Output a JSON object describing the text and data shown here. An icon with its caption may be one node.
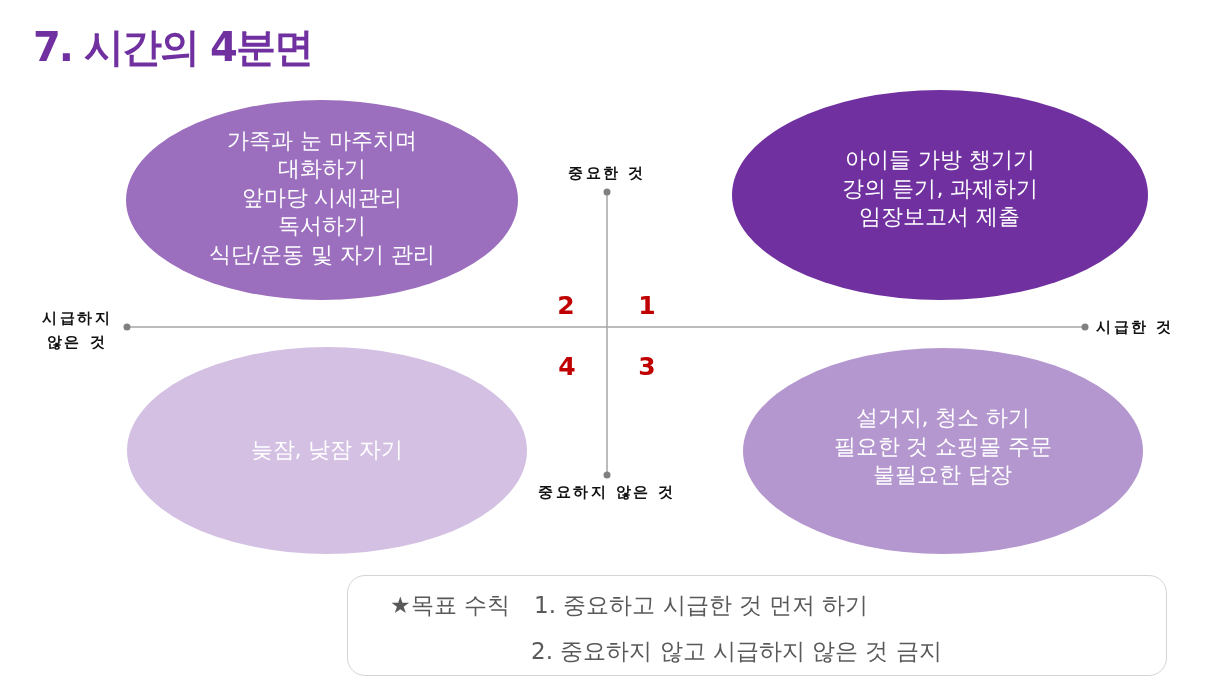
{
  "diagram": {
    "title": "7. 시간의 4분면",
    "nodes": [
      {
        "text": [
          "가족과 눈 마주치며 대화하기",
          "앞마당 시세관리",
          "독서하기",
          "식단/운동 및 자기 관리"
        ]
      },
      {
        "text": [
          "아이들 가방 챙기기",
          "강의 듣기, 과제하기",
          "임장보고서 제출"
        ]
      },
      {
        "text": [
          "늦잠, 낮잠 자기"
        ]
      },
      {
        "text": [
          "설거지, 청소 하기",
          "필요한 것 쇼핑몰 주문",
          "불필요한 답장"
        ]
      },
      {
        "text": [
          "★목표 수칙",
          "1. 중요하고 시급한 것 먼저 하기",
          "2. 중요하지 않고 시급하지 않은 것 금지"
        ]
      }
    ],
    "labels": [
      "중요한 것",
      "2",
      "1",
      "시급하지 않은 것",
      "시급한 것",
      "4",
      "3",
      "중요하지 않은 것"
    ]
  }
}
